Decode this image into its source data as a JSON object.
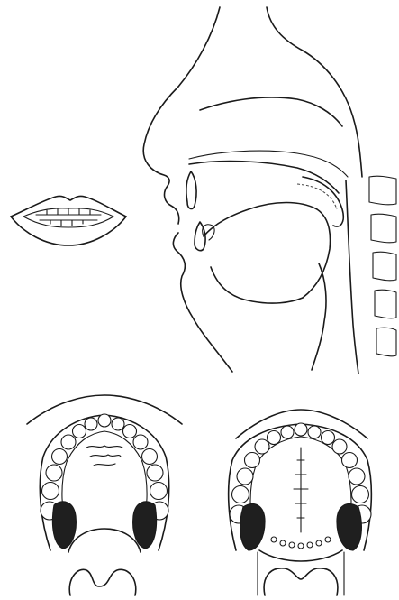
{
  "colors": {
    "ink": "#1a1a1a",
    "background": "#ffffff",
    "contact_area": "#1f1f1f"
  },
  "figures": [
    {
      "id": "lips-front-view"
    },
    {
      "id": "midsagittal-head-section"
    },
    {
      "id": "upper-palate-view-left"
    },
    {
      "id": "upper-palate-view-right"
    }
  ]
}
